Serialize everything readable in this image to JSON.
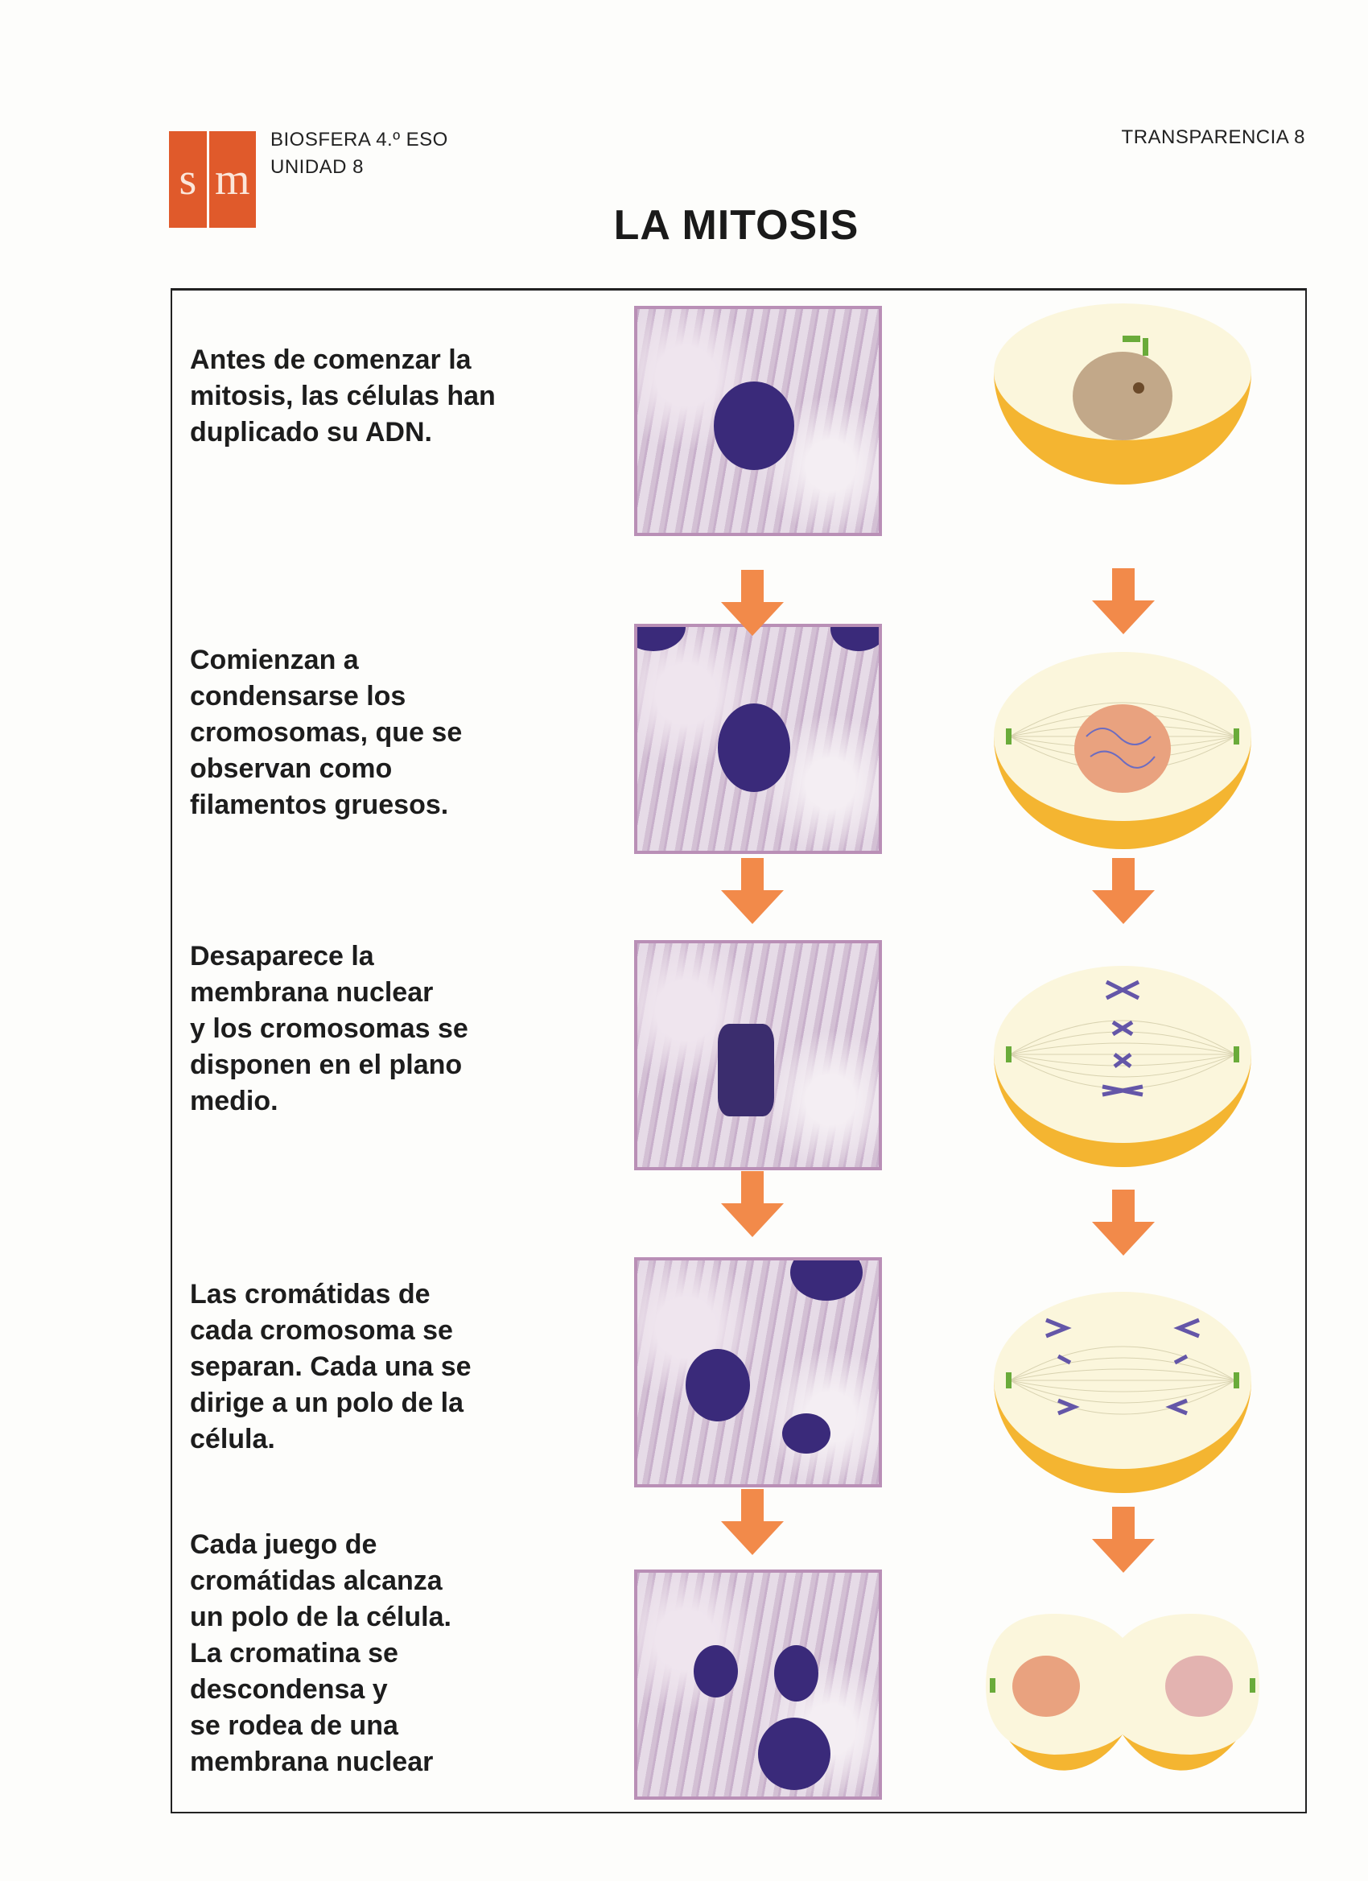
{
  "header": {
    "logo_text": "sm",
    "book": "BIOSFERA  4.º ESO",
    "unit": "UNIDAD 8",
    "transparency": "TRANSPARENCIA  8",
    "title": "LA MITOSIS"
  },
  "stages": [
    {
      "lines": [
        "Antes de comenzar la",
        "mitosis, las células han",
        "duplicado su ADN."
      ]
    },
    {
      "lines": [
        "Comienzan a",
        "condensarse los",
        "cromosomas, que se",
        "observan como",
        "filamentos gruesos."
      ]
    },
    {
      "lines": [
        "Desaparece la",
        "membrana nuclear",
        "y los cromosomas se",
        "disponen en el plano",
        "medio."
      ]
    },
    {
      "lines": [
        "Las cromátidas de",
        "cada cromosoma se",
        "separan. Cada una se",
        "dirige a un polo de la",
        "célula."
      ]
    },
    {
      "lines": [
        "Cada juego de",
        "cromátidas alcanza",
        "un polo de la célula.",
        "La cromatina se",
        "descondensa y",
        "se rodea de una",
        "membrana nuclear"
      ]
    }
  ],
  "colors": {
    "logo": "#e05a2b",
    "arrow": "#f28a4a",
    "cell_outer": "#f4b531",
    "cell_inner": "#fbf6dc",
    "centriole": "#6aab3a"
  }
}
